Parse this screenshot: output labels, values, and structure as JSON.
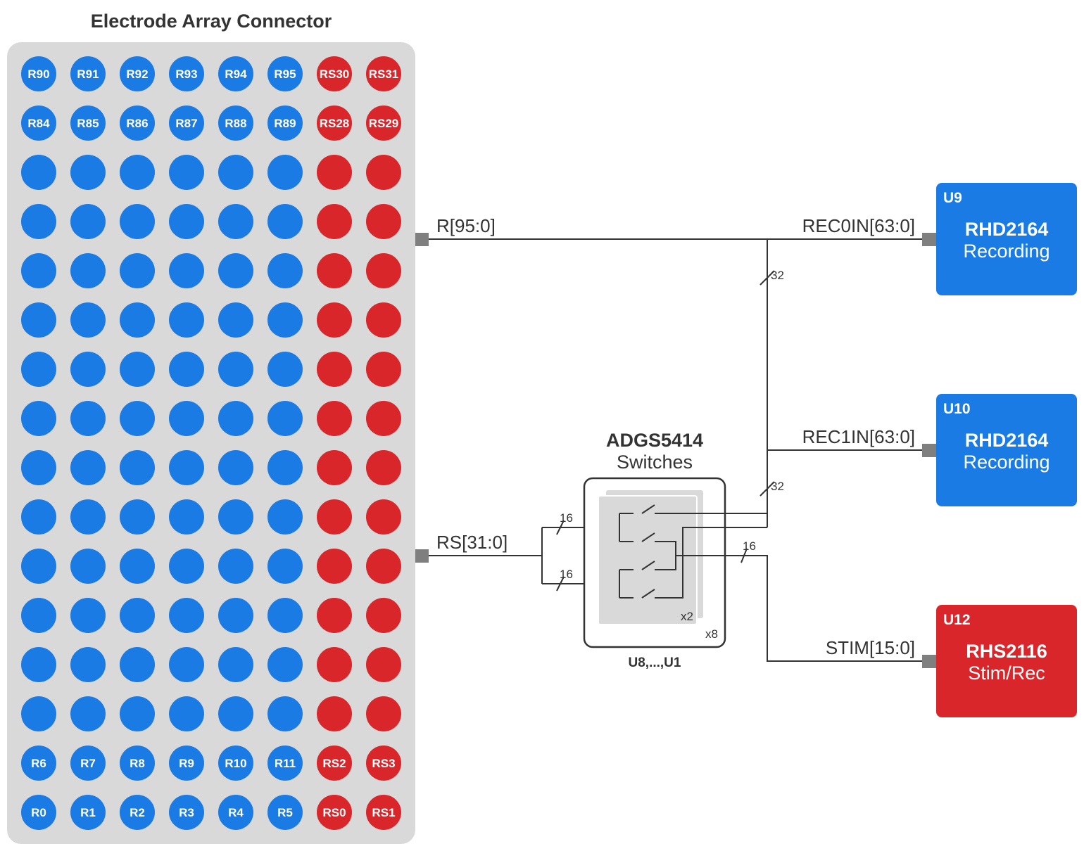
{
  "connector": {
    "title": "Electrode Array Connector",
    "colors": {
      "recording": "#1b7be4",
      "stim": "#d9262a",
      "panel": "#d9d9d9"
    },
    "columns": 8,
    "rows": [
      [
        "R90",
        "R91",
        "R92",
        "R93",
        "R94",
        "R95",
        "RS30",
        "RS31"
      ],
      [
        "R84",
        "R85",
        "R86",
        "R87",
        "R88",
        "R89",
        "RS28",
        "RS29"
      ],
      [
        "",
        "",
        "",
        "",
        "",
        "",
        "",
        ""
      ],
      [
        "",
        "",
        "",
        "",
        "",
        "",
        "",
        ""
      ],
      [
        "",
        "",
        "",
        "",
        "",
        "",
        "",
        ""
      ],
      [
        "",
        "",
        "",
        "",
        "",
        "",
        "",
        ""
      ],
      [
        "",
        "",
        "",
        "",
        "",
        "",
        "",
        ""
      ],
      [
        "",
        "",
        "",
        "",
        "",
        "",
        "",
        ""
      ],
      [
        "",
        "",
        "",
        "",
        "",
        "",
        "",
        ""
      ],
      [
        "",
        "",
        "",
        "",
        "",
        "",
        "",
        ""
      ],
      [
        "",
        "",
        "",
        "",
        "",
        "",
        "",
        ""
      ],
      [
        "",
        "",
        "",
        "",
        "",
        "",
        "",
        ""
      ],
      [
        "",
        "",
        "",
        "",
        "",
        "",
        "",
        ""
      ],
      [
        "",
        "",
        "",
        "",
        "",
        "",
        "",
        ""
      ],
      [
        "R6",
        "R7",
        "R8",
        "R9",
        "R10",
        "R11",
        "RS2",
        "RS3"
      ],
      [
        "R0",
        "R1",
        "R2",
        "R3",
        "R4",
        "R5",
        "RS0",
        "RS1"
      ]
    ],
    "row_types": [
      "R",
      "R",
      "R",
      "R",
      "R",
      "R",
      "RS",
      "RS"
    ]
  },
  "buses": {
    "r": "R[95:0]",
    "rs": "RS[31:0]",
    "rec0": "REC0IN[63:0]",
    "rec1": "REC1IN[63:0]",
    "stim": "STIM[15:0]"
  },
  "widths": {
    "rec0_tap": "32",
    "rec1_tap": "32",
    "rs_upper": "16",
    "rs_lower": "16",
    "stim": "16"
  },
  "switches": {
    "part": "ADGS5414",
    "function": "Switches",
    "inner_mult": "x2",
    "outer_mult": "x8",
    "refdes": "U8,...,U1"
  },
  "blocks": [
    {
      "id": "U9",
      "part": "RHD2164",
      "function": "Recording",
      "color": "#1b7be4"
    },
    {
      "id": "U10",
      "part": "RHD2164",
      "function": "Recording",
      "color": "#1b7be4"
    },
    {
      "id": "U12",
      "part": "RHS2116",
      "function": "Stim/Rec",
      "color": "#d9262a"
    }
  ]
}
